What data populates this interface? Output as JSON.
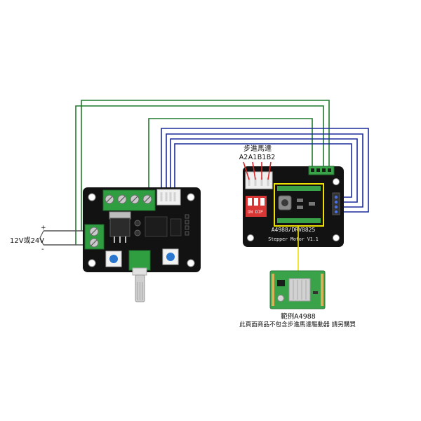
{
  "power_label": "12V或24V",
  "plus_sign": "+",
  "minus_sign": "-",
  "motor_label": "步進馬達",
  "motor_pins": [
    "A2",
    "A1",
    "B1",
    "B2"
  ],
  "driver_board": {
    "line1": "A4988/DRV8825",
    "line2": "Stepper Motor V1.1",
    "dip_label": "ON DIP"
  },
  "example": {
    "title": "範例A4988",
    "note": "此頁面商品不包含步進馬達驅動器 請另購買"
  },
  "colors": {
    "wire_green": "#1f7a2e",
    "wire_blue": "#1c2b9a",
    "wire_red": "#d8282a",
    "highlight_yellow": "#f0e000",
    "pcb_black": "#121212",
    "terminal_green": "#2f9e41"
  }
}
